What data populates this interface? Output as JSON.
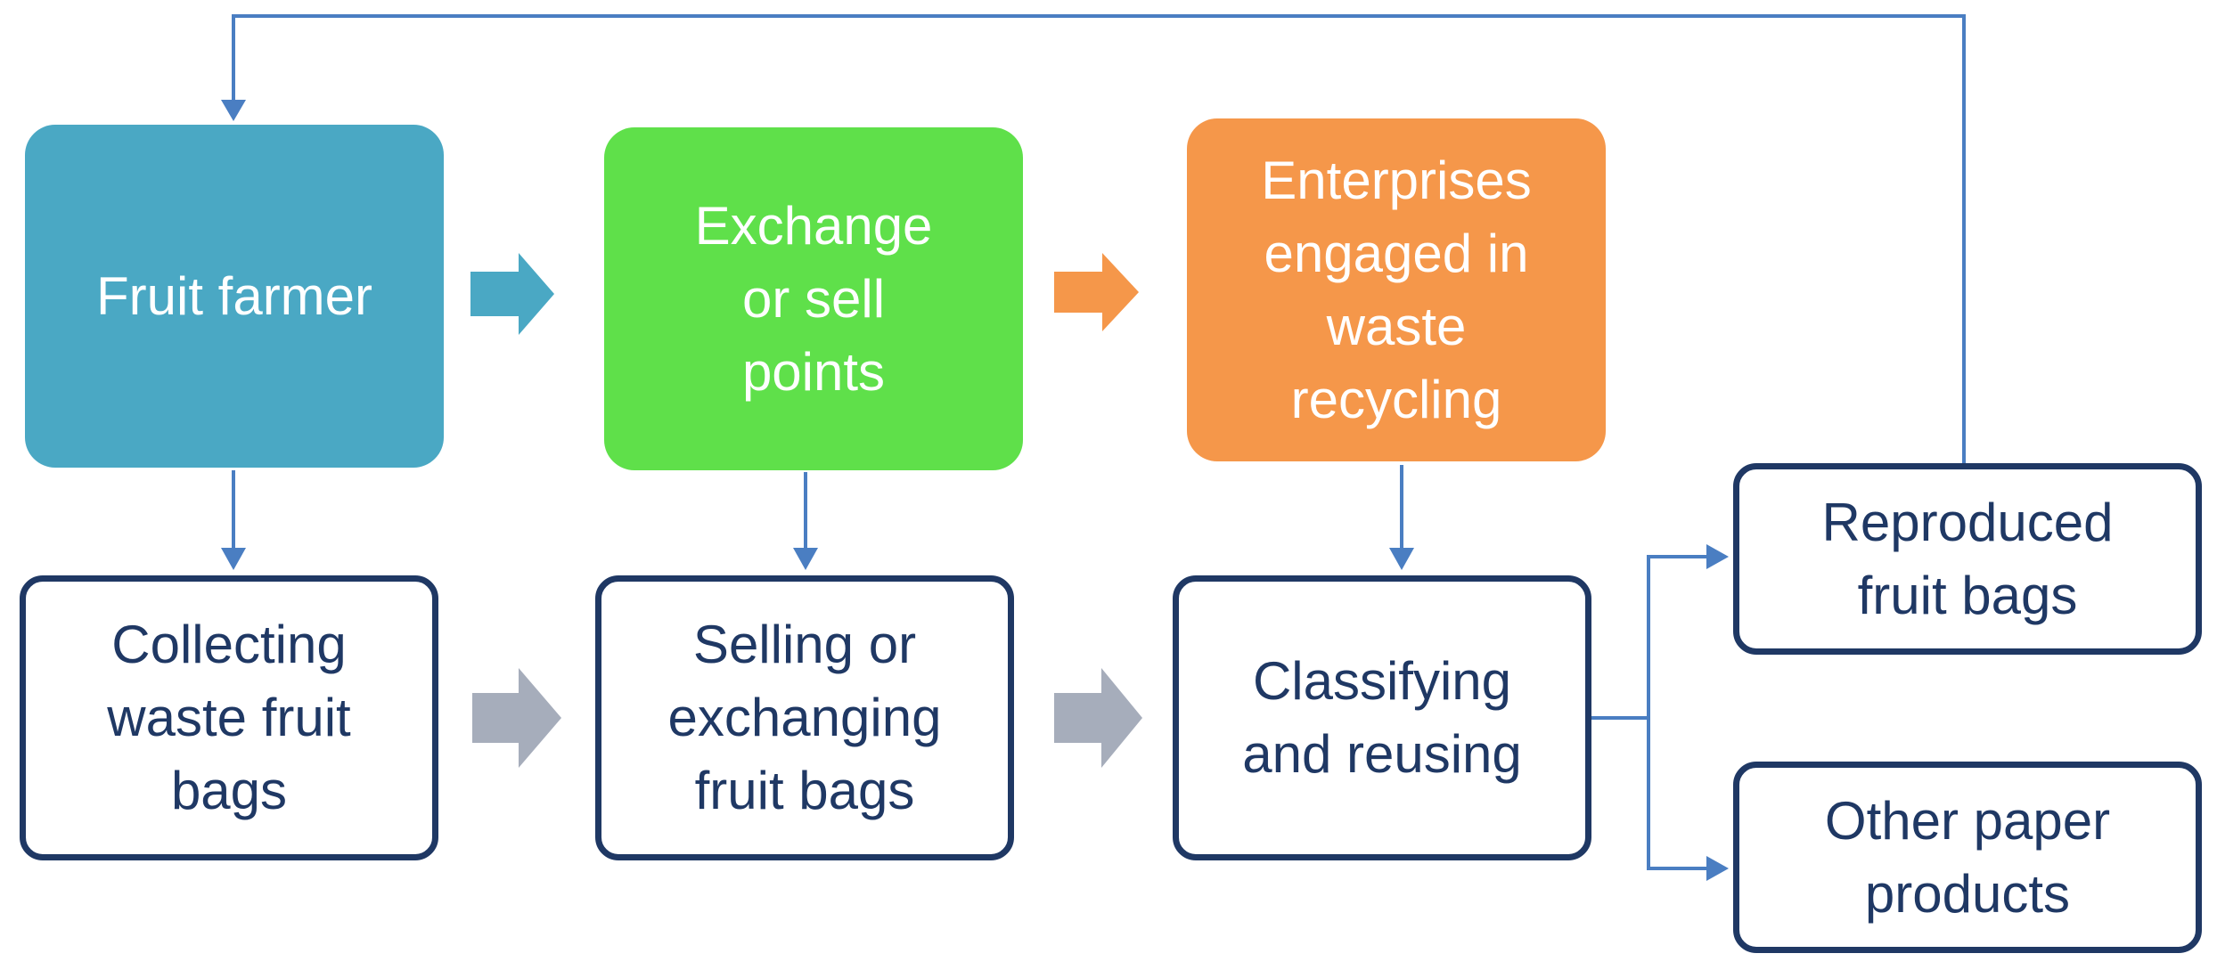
{
  "colors": {
    "fruit_farmer_fill": "#4aa8c4",
    "exchange_fill": "#5fe04a",
    "enterprises_fill": "#f5974a",
    "outline": "#1f3864",
    "connector_line": "#4a7ec2",
    "gray_arrow": "#a6adbb"
  },
  "nodes": {
    "fruit_farmer": "Fruit farmer",
    "exchange_points": "Exchange\nor sell\npoints",
    "enterprises": "Enterprises\nengaged in\nwaste\nrecycling",
    "collecting": "Collecting\nwaste fruit\nbags",
    "selling": "Selling or\nexchanging\nfruit bags",
    "classifying": "Classifying\nand reusing",
    "reproduced": "Reproduced\nfruit bags",
    "other_products": "Other paper\nproducts"
  }
}
